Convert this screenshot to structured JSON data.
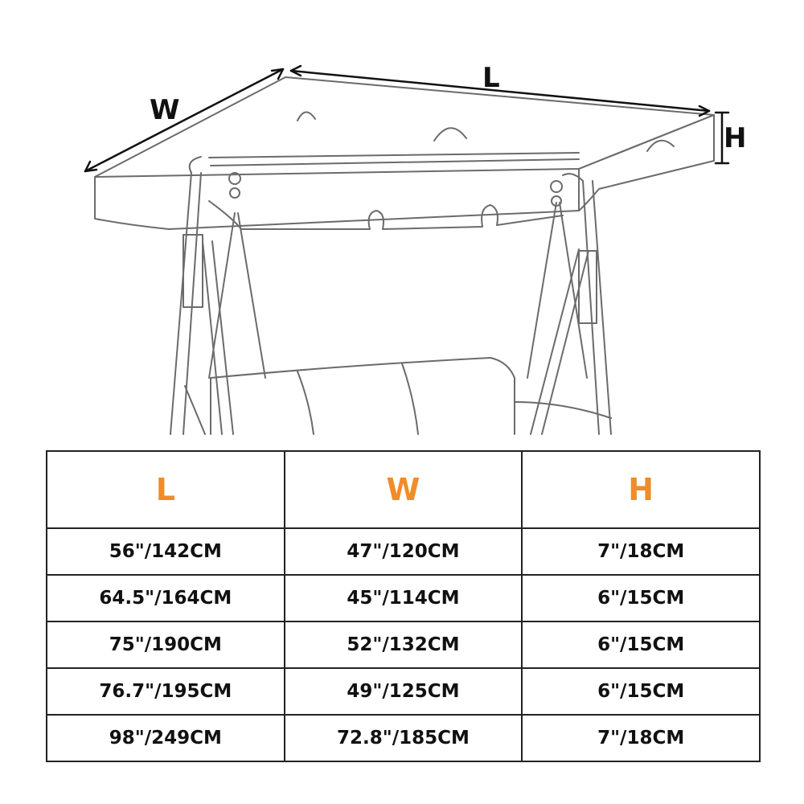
{
  "diagram": {
    "labels": {
      "length": "L",
      "width": "W",
      "height": "H"
    }
  },
  "table": {
    "columns": [
      "L",
      "W",
      "H"
    ],
    "rows": [
      [
        "56\"/142CM",
        "47\"/120CM",
        "7\"/18CM"
      ],
      [
        "64.5\"/164CM",
        "45\"/114CM",
        "6\"/15CM"
      ],
      [
        "75\"/190CM",
        "52\"/132CM",
        "6\"/15CM"
      ],
      [
        "76.7\"/195CM",
        "49\"/125CM",
        "6\"/15CM"
      ],
      [
        "98\"/249CM",
        "72.8\"/185CM",
        "7\"/18CM"
      ]
    ],
    "header_color": "#f08c2a"
  }
}
